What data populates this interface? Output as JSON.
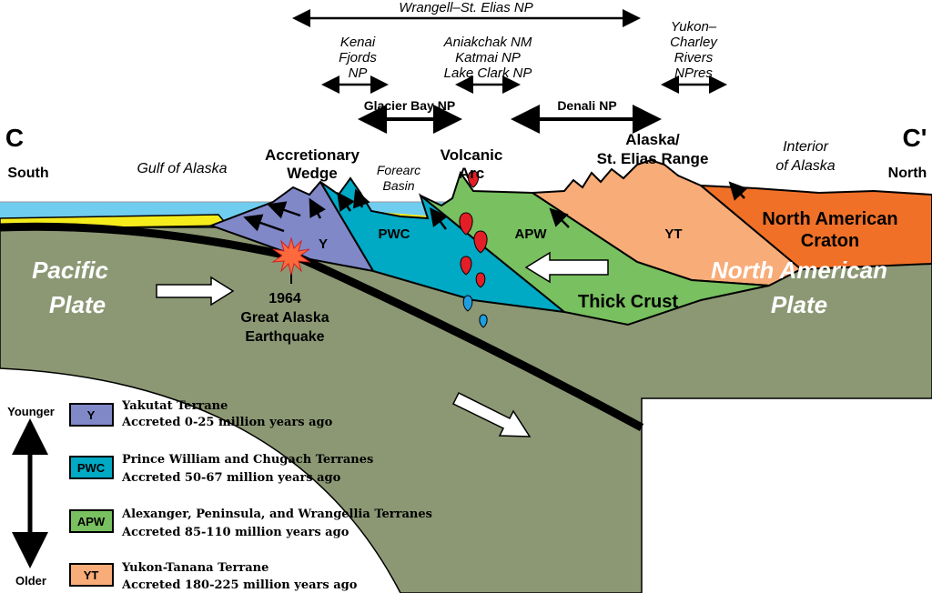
{
  "parks": {
    "wrangell": "Wrangell–St. Elias NP",
    "kenai": [
      "Kenai",
      "Fjords",
      "NP"
    ],
    "aniakchak": [
      "Aniakchak NM",
      "Katmai NP",
      "Lake Clark NP"
    ],
    "yukon": [
      "Yukon–",
      "Charley",
      "Rivers",
      "NPres"
    ],
    "glacier_bay": "Glacier Bay NP",
    "denali": "Denali NP"
  },
  "section": {
    "left": "C",
    "right": "C'",
    "south": "South",
    "north": "North"
  },
  "labels": {
    "gulf": "Gulf of Alaska",
    "wedge": [
      "Accretionary",
      "Wedge"
    ],
    "forearc": [
      "Forearc",
      "Basin"
    ],
    "volcanic": [
      "Volcanic",
      "Arc"
    ],
    "range": [
      "Alaska/",
      "St. Elias Range"
    ],
    "interior": [
      "Interior",
      "of Alaska"
    ],
    "pacific": [
      "Pacific",
      "Plate"
    ],
    "namerican": [
      "North American",
      "Plate"
    ],
    "craton": [
      "North American",
      "Craton"
    ],
    "thick_crust": "Thick Crust",
    "quake": [
      "1964",
      "Great Alaska",
      "Earthquake"
    ],
    "y": "Y",
    "pwc": "PWC",
    "apw": "APW",
    "yt": "YT"
  },
  "legend": {
    "younger": "Younger",
    "older": "Older",
    "items": [
      {
        "code": "Y",
        "name": "Yakutat Terrane",
        "age": "Accreted 0-25 million years ago",
        "color": "#8088c8"
      },
      {
        "code": "PWC",
        "name": "Prince William and Chugach Terranes",
        "age": "Accreted 50-67 million years ago",
        "color": "#00a9c4"
      },
      {
        "code": "APW",
        "name": "Alexanger, Peninsula, and Wrangellia Terranes",
        "age": "Accreted 85-110 million years ago",
        "color": "#78c060"
      },
      {
        "code": "YT",
        "name": "Yukon-Tanana Terrane",
        "age": "Accreted 180-225  million years ago",
        "color": "#f8ac78"
      }
    ]
  },
  "colors": {
    "ocean": "#6fcdf0",
    "sediment": "#f5ec1c",
    "plate": "#8c9874",
    "craton": "#f07028",
    "quake": "#ff6a3d",
    "magma_red": "#e41e26",
    "magma_blue": "#1e9ee0"
  }
}
